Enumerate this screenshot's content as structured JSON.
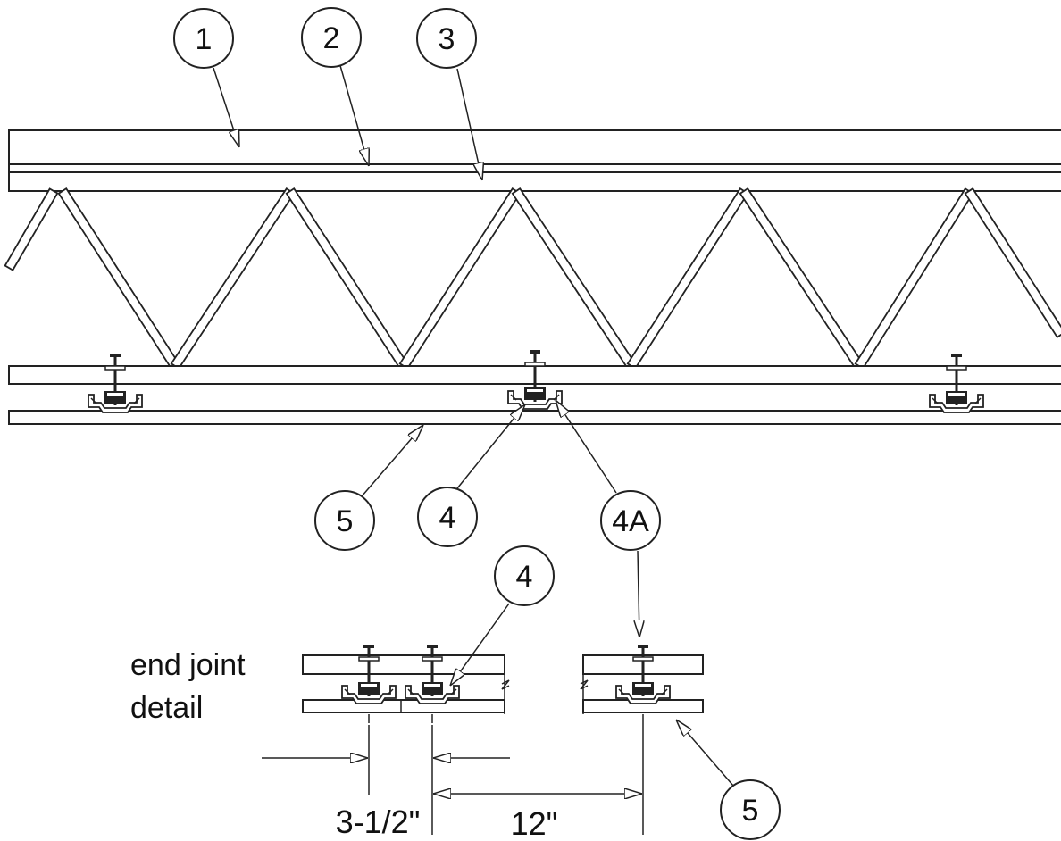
{
  "callouts": {
    "top": [
      "1",
      "2",
      "3"
    ],
    "bottom": [
      "5",
      "4",
      "4A"
    ],
    "detail": [
      "4",
      "5"
    ]
  },
  "detail_label": {
    "line1": "end joint",
    "line2": "detail"
  },
  "dimensions": {
    "offset": "3-1/2\"",
    "spacing": "12\""
  }
}
